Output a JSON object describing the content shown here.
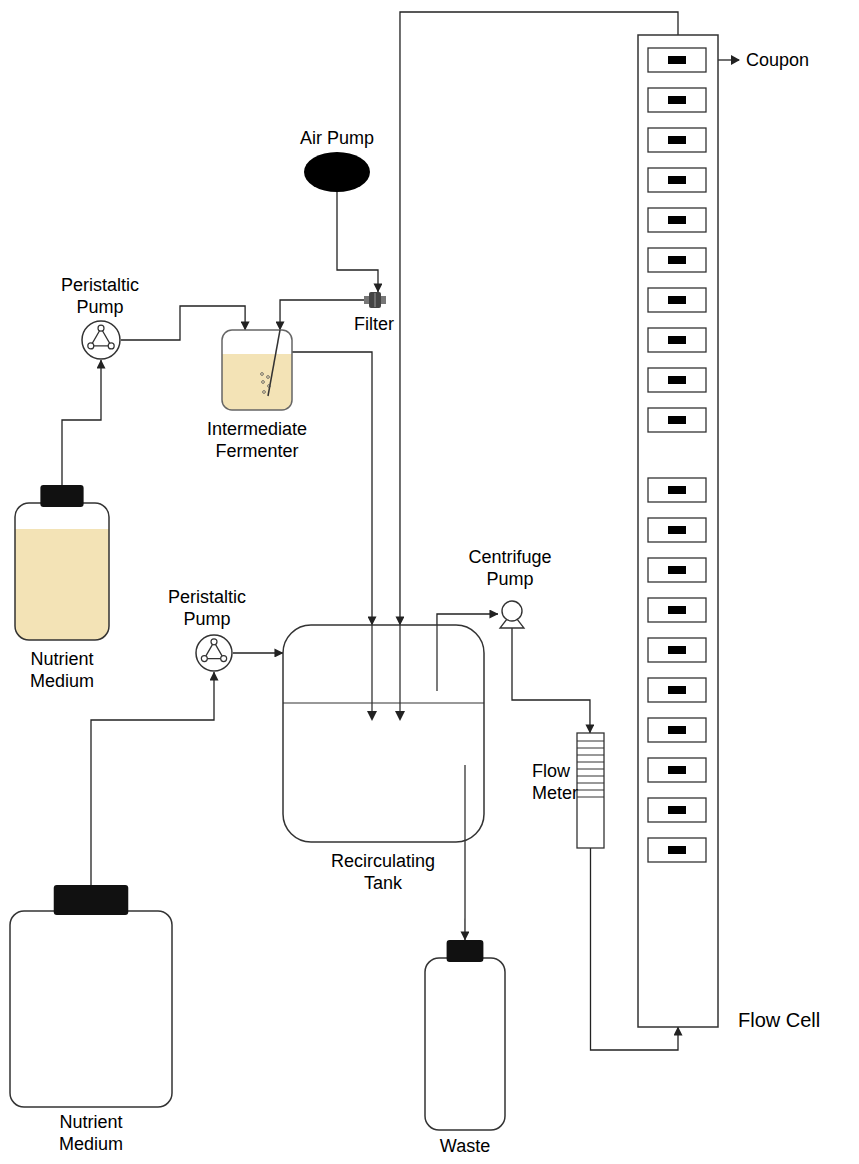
{
  "diagram": {
    "nodes": [
      {
        "text": [
          "Air Pump"
        ]
      },
      {
        "text": [
          "Filter"
        ]
      },
      {
        "text": [
          "Peristaltic Pump"
        ]
      },
      {
        "text": [
          "Intermediate Fermenter"
        ]
      },
      {
        "text": [
          "Nutrient Medium"
        ]
      },
      {
        "text": [
          "Centrifuge Pump"
        ]
      },
      {
        "text": [
          "Peristaltic Pump"
        ]
      },
      {
        "text": [
          "Recirculating Tank"
        ]
      },
      {
        "text": [
          "Flow Meter"
        ]
      },
      {
        "text": [
          "Flow Cell"
        ]
      },
      {
        "text": [
          "Nutrient Medium"
        ]
      },
      {
        "text": [
          "Waste"
        ]
      }
    ],
    "edges": [
      {
        "from": 0,
        "to": 1,
        "arrow": "to"
      },
      {
        "from": 1,
        "to": 3,
        "arrow": "to"
      },
      {
        "from": 4,
        "to": 2,
        "arrow": "to"
      },
      {
        "from": 2,
        "to": 3,
        "arrow": "to"
      },
      {
        "from": 3,
        "to": 7,
        "arrow": "to"
      },
      {
        "from": 9,
        "to": 7,
        "arrow": "to"
      },
      {
        "from": 10,
        "to": 6,
        "arrow": "to"
      },
      {
        "from": 6,
        "to": 7,
        "arrow": "to"
      },
      {
        "from": 7,
        "to": 5,
        "arrow": "to"
      },
      {
        "from": 5,
        "to": 8,
        "arrow": "to"
      },
      {
        "from": 8,
        "to": 9,
        "arrow": "to"
      },
      {
        "from": 7,
        "to": 11,
        "arrow": "to"
      }
    ],
    "labels": [
      "Coupon"
    ]
  }
}
